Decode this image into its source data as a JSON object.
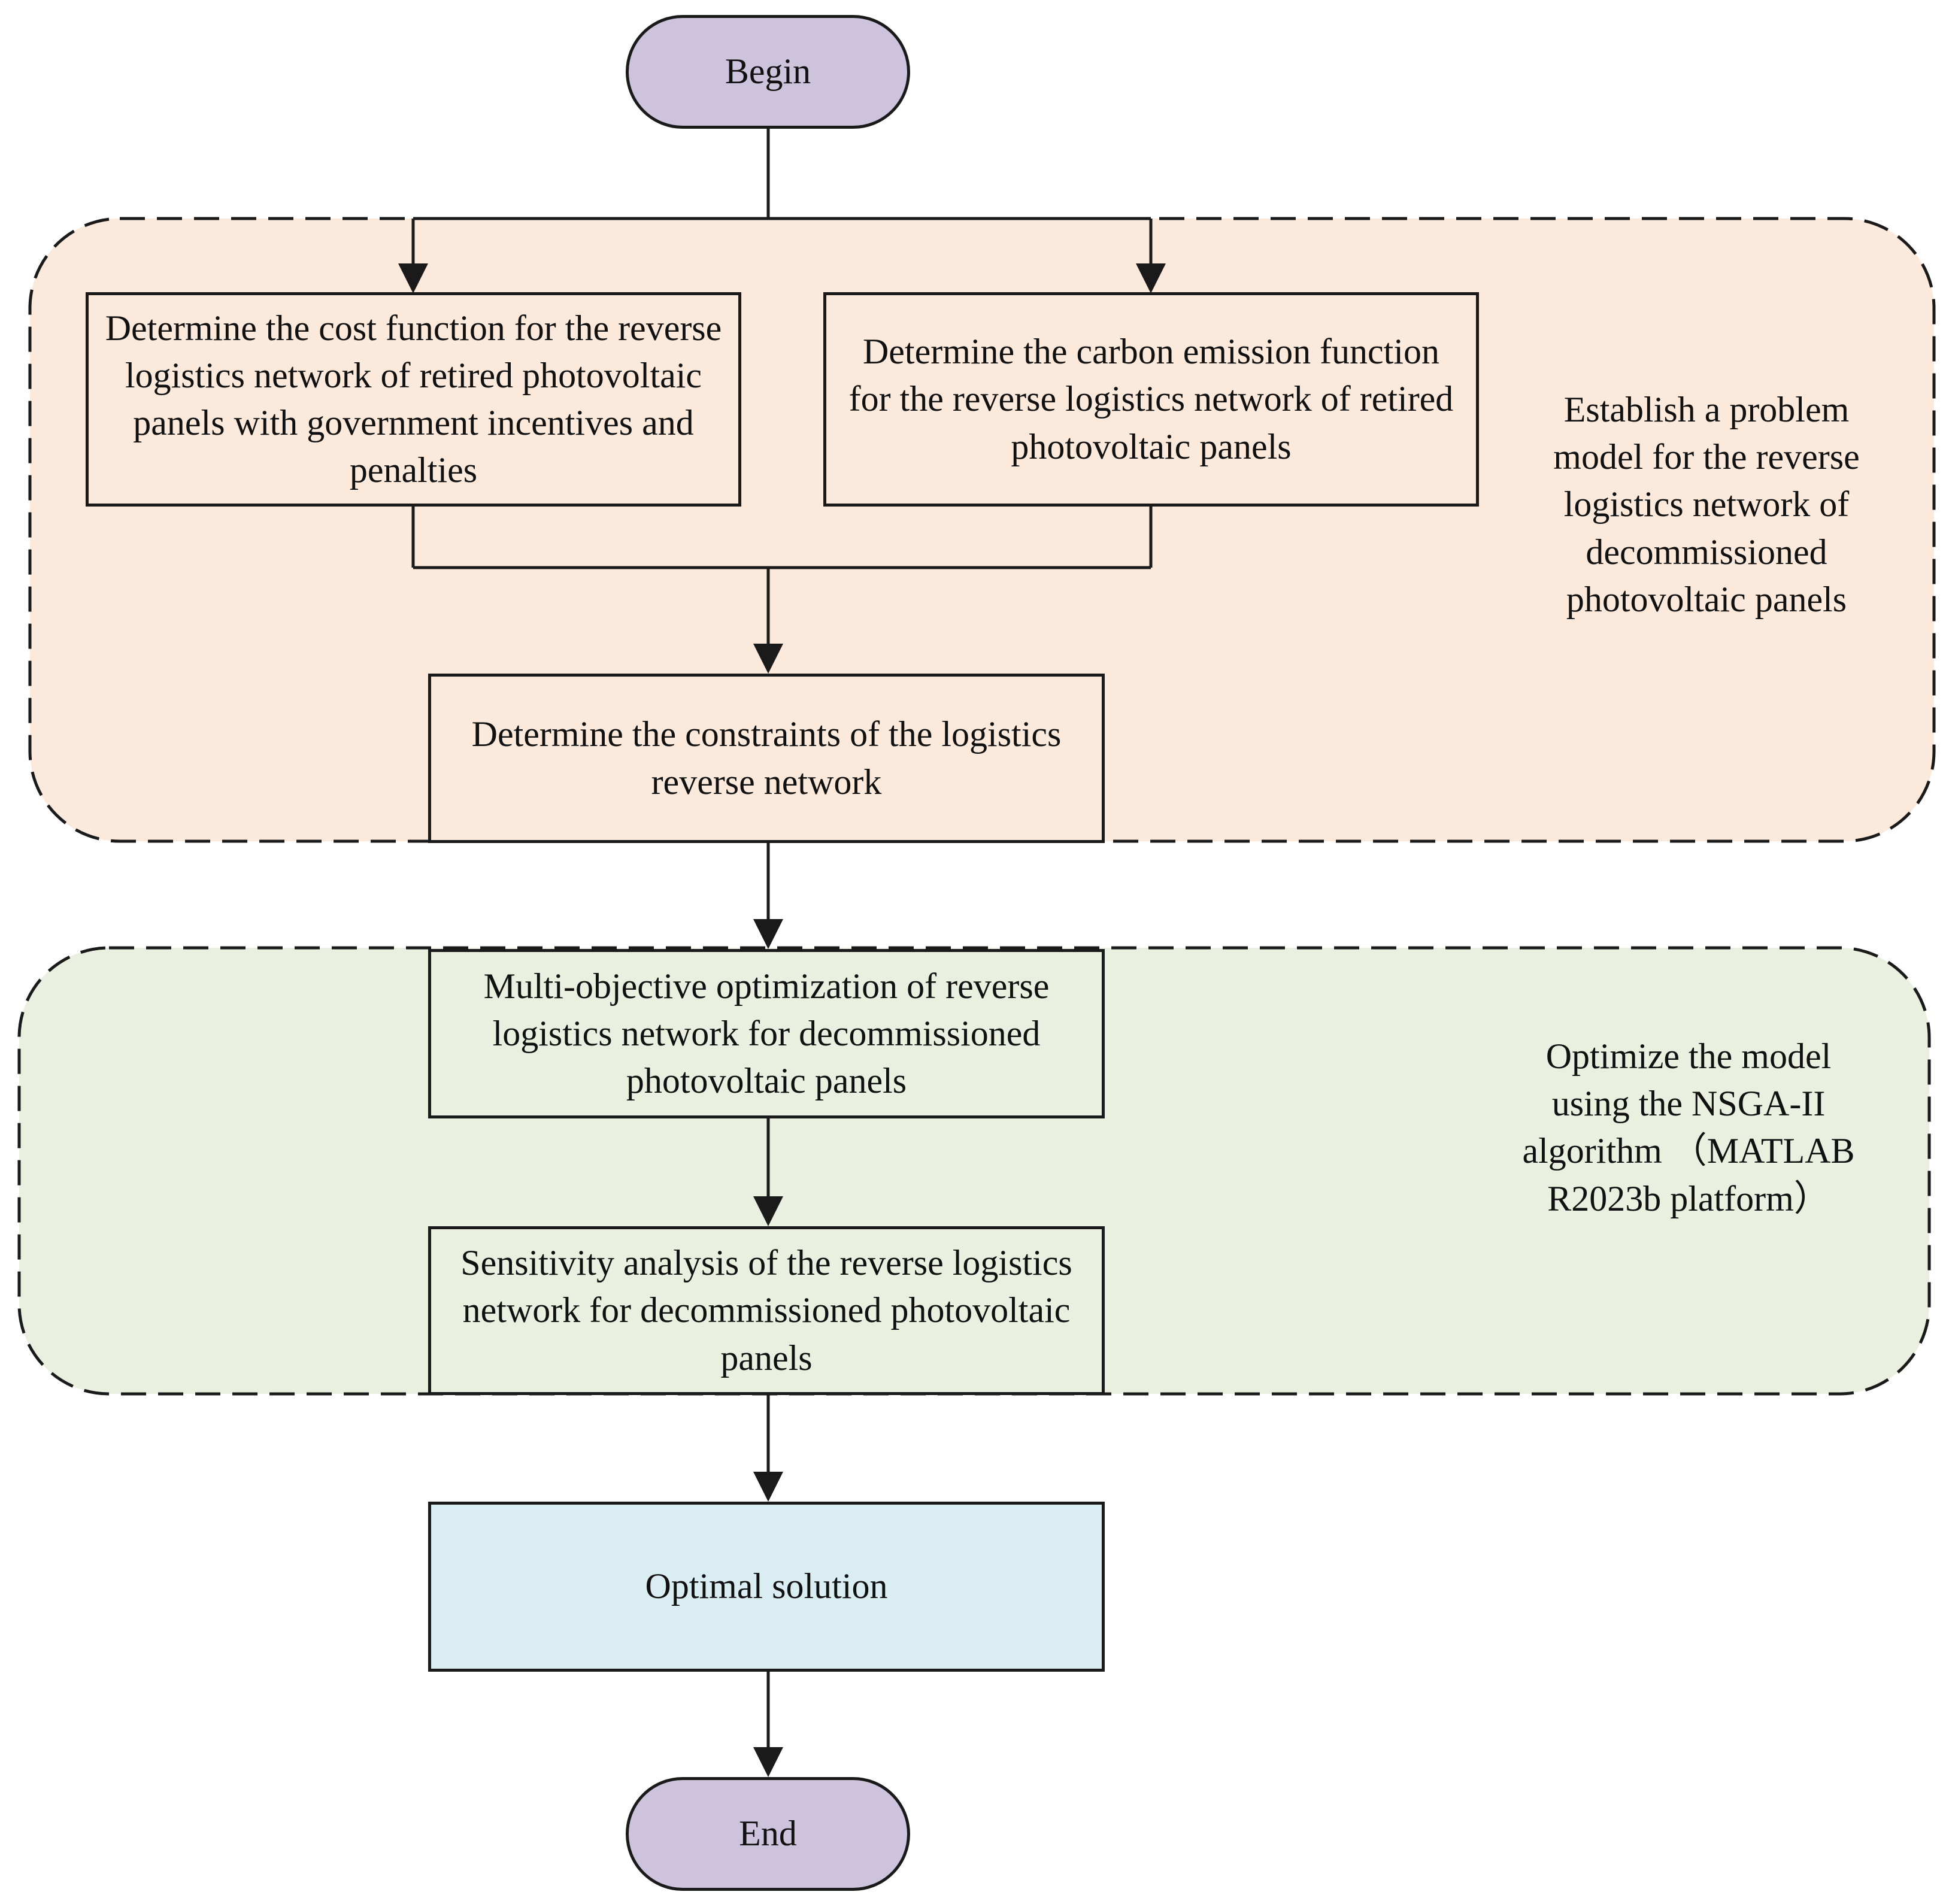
{
  "nodes": {
    "begin": "Begin",
    "cost_function": "Determine the cost function for the reverse logistics network of retired photovoltaic panels with government incentives and penalties",
    "carbon_function": "Determine the carbon emission function for the reverse logistics network of retired photovoltaic panels",
    "constraints": "Determine the constraints of the logistics reverse network",
    "multi_objective": "Multi-objective optimization of reverse logistics network for decommissioned photovoltaic panels",
    "sensitivity": "Sensitivity analysis of the reverse logistics network for decommissioned photovoltaic panels",
    "optimal": "Optimal solution",
    "end": "End"
  },
  "regions": {
    "problem_model_label": "Establish a problem model for the reverse logistics network of decommissioned photovoltaic panels",
    "optimize_label": "Optimize the model using the NSGA-II algorithm （MATLAB R2023b platform）"
  },
  "colors": {
    "terminal": "#cdc3dc",
    "problem_region": "#fbe9dc",
    "optimize_region": "#eaf0e0",
    "optimal_box": "#daedf2",
    "line": "#1a1a1a"
  }
}
